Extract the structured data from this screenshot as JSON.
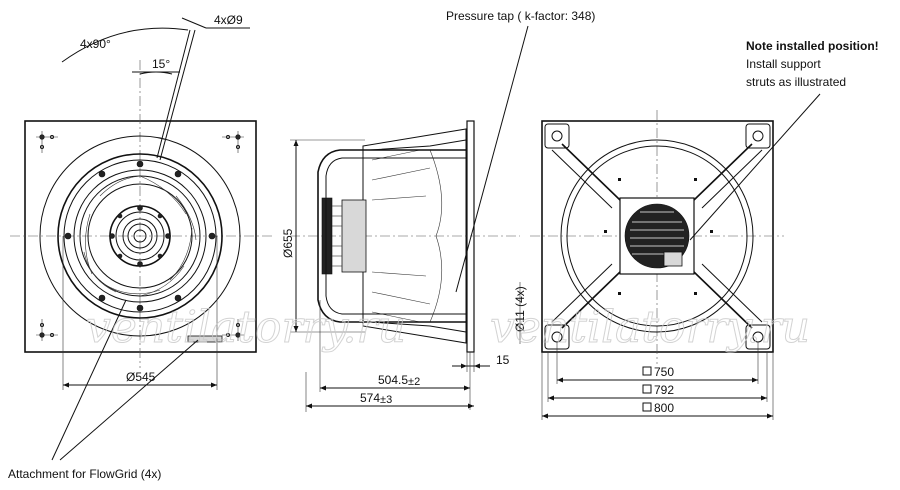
{
  "labels": {
    "bolts_angle": "4x90°",
    "holes": "4xØ9",
    "angle_15": "15°",
    "pressure_tap": "Pressure tap ( k-factor: 348)",
    "note_title": "Note installed position!",
    "note_line1": "Install support",
    "note_line2": "struts as illustrated",
    "d655": "Ø655",
    "d545": "Ø545",
    "d11": "Ø11 (4x)",
    "dim_15": "15",
    "dim_504": "504.5",
    "dim_504_tol": "±2",
    "dim_574": "574",
    "dim_574_tol": "±3",
    "sq750": "750",
    "sq792": "792",
    "sq800": "800",
    "flowgrid": "Attachment for FlowGrid (4x)"
  },
  "watermark": {
    "left": "ventilatorry.ru",
    "right": "ventilatorry.ru"
  },
  "colors": {
    "line": "#111111",
    "watermark": "#c9c9c9",
    "background": "#ffffff"
  }
}
